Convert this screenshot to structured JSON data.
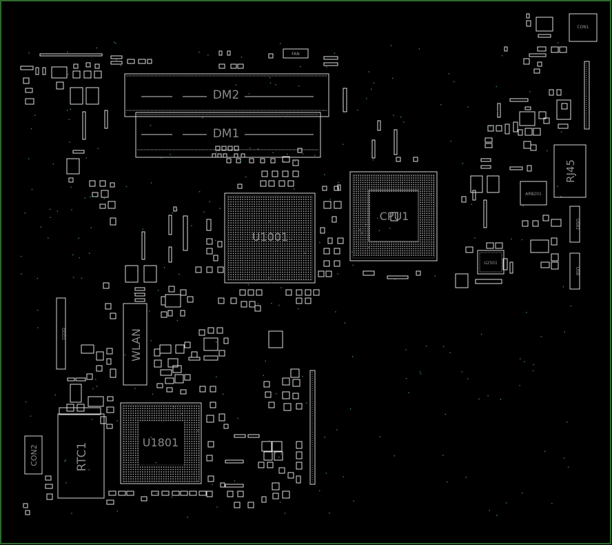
{
  "board": {
    "border_color": "#2e6b2e",
    "silk_color": "#e0e0e0",
    "label_color": "#8a8a8a"
  },
  "labels": {
    "dm2": "DM2",
    "dm1": "DM1",
    "cpu1": "CPU1",
    "u1001": "U1001",
    "u1801": "U1801",
    "wlan": "WLAN",
    "rtc1": "RTC1",
    "con2": "CON2",
    "con1": "CON1",
    "rj45": "RJ45",
    "usb2": "USB2",
    "usb": "USB",
    "fan": "FAN",
    "odd1": "ODD1",
    "u2501": "U2501",
    "ar8201": "AR8201"
  }
}
